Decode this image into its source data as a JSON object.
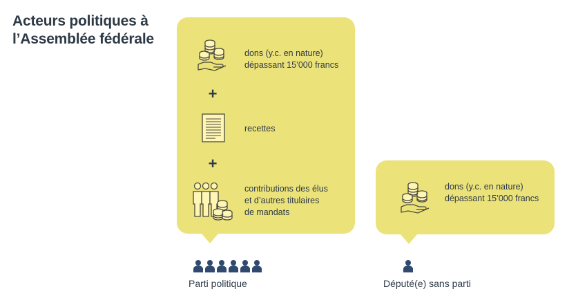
{
  "title": {
    "line1": "Acteurs politiques à",
    "line2": "l’Assemblée fédérale"
  },
  "party_box": {
    "donations": {
      "line1": "dons (y.c. en nature)",
      "line2": "dépassant 15’000 francs",
      "icon": "coins-hand-icon"
    },
    "plus1": "+",
    "revenues": {
      "line1": "recettes",
      "icon": "document-icon"
    },
    "plus2": "+",
    "contributions": {
      "line1": "contributions des élus",
      "line2": "et d’autres titulaires",
      "line3": "de mandats",
      "icon": "people-coins-icon"
    }
  },
  "independent_box": {
    "donations": {
      "line1": "dons (y.c. en nature)",
      "line2": "dépassant 15’000 francs",
      "icon": "coins-hand-icon"
    }
  },
  "captions": {
    "party": "Parti politique",
    "independent": "Député(e) sans parti"
  },
  "colors": {
    "bubble": "#ece27a",
    "text": "#2d3a46",
    "icon_line": "#4a4a3a",
    "people": "#2f4a6e"
  }
}
